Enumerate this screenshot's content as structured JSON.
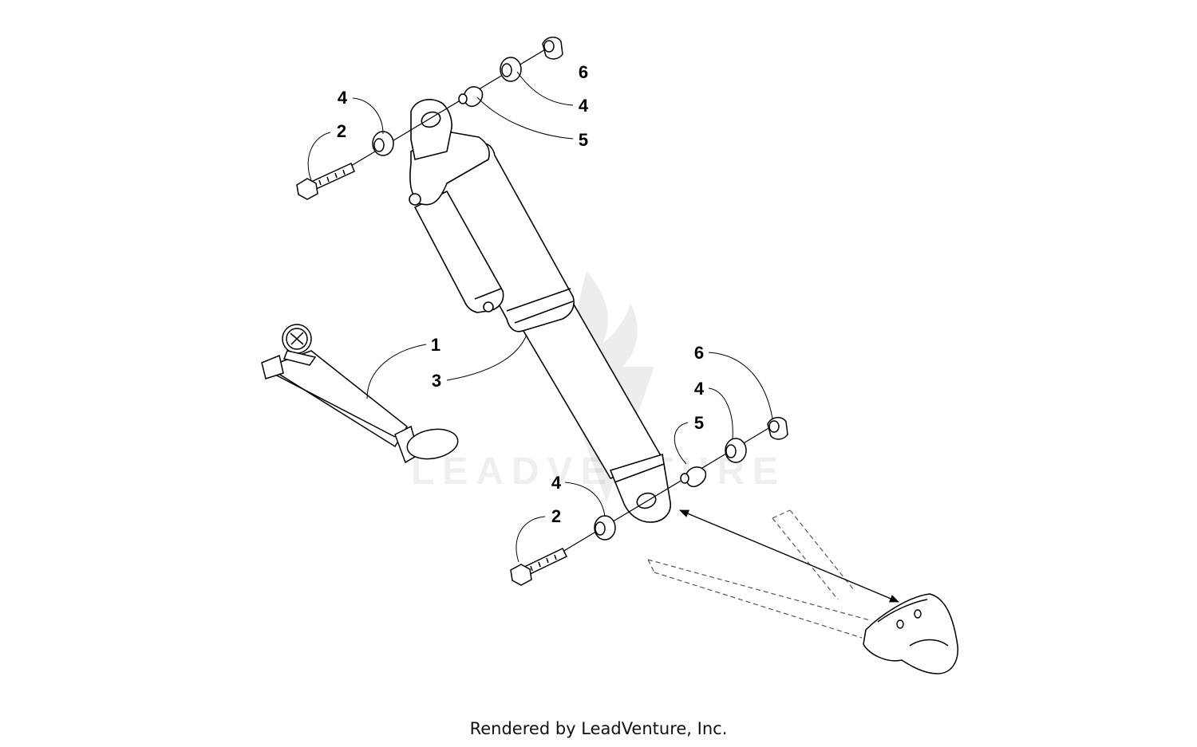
{
  "diagram": {
    "callouts": {
      "c1": "1",
      "c2a": "2",
      "c2b": "2",
      "c3": "3",
      "c4a": "4",
      "c4b": "4",
      "c4c": "4",
      "c4d": "4",
      "c5a": "5",
      "c5b": "5",
      "c6a": "6",
      "c6b": "6"
    },
    "watermark": "LEADVENTURE"
  },
  "footer": {
    "credit": "Rendered by LeadVenture, Inc."
  },
  "colors": {
    "line": "#000000",
    "phantom": "#555555",
    "background": "#ffffff"
  },
  "icons": {
    "watermark_logo": "leadventure-flame-v-logo"
  }
}
